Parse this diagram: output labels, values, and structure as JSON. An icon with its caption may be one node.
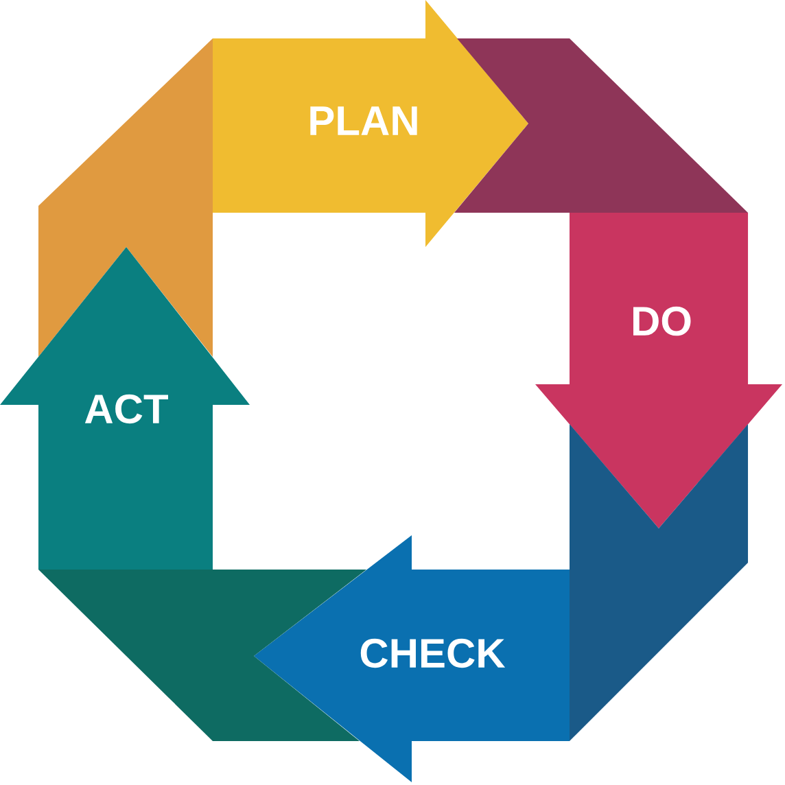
{
  "diagram": {
    "nodes": [
      {
        "text": [
          "PLAN"
        ]
      },
      {
        "text": [
          "DO"
        ]
      },
      {
        "text": [
          "CHECK"
        ]
      },
      {
        "text": [
          "ACT"
        ]
      }
    ]
  }
}
